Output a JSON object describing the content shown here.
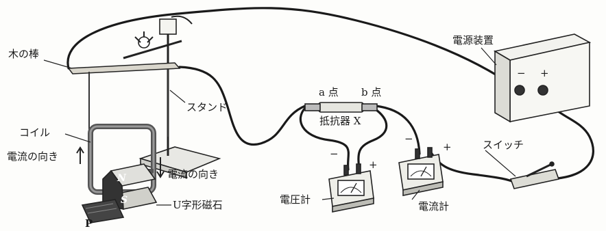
{
  "labels": {
    "wooden_rod": "木の棒",
    "stand": "スタンド",
    "coil": "コイル",
    "current_direction_left": "電流の向き",
    "current_direction_right": "電流の向き",
    "u_magnet": "U字形磁石",
    "point_p": "P",
    "point_a": "a 点",
    "point_b": "b 点",
    "resistor": "抵抗器 X",
    "voltmeter": "電圧計",
    "ammeter": "電流計",
    "power_supply": "電源装置",
    "switch": "スイッチ",
    "minus_sign": "−",
    "plus_sign": "+",
    "magnet_n": "N",
    "magnet_s": "S"
  }
}
